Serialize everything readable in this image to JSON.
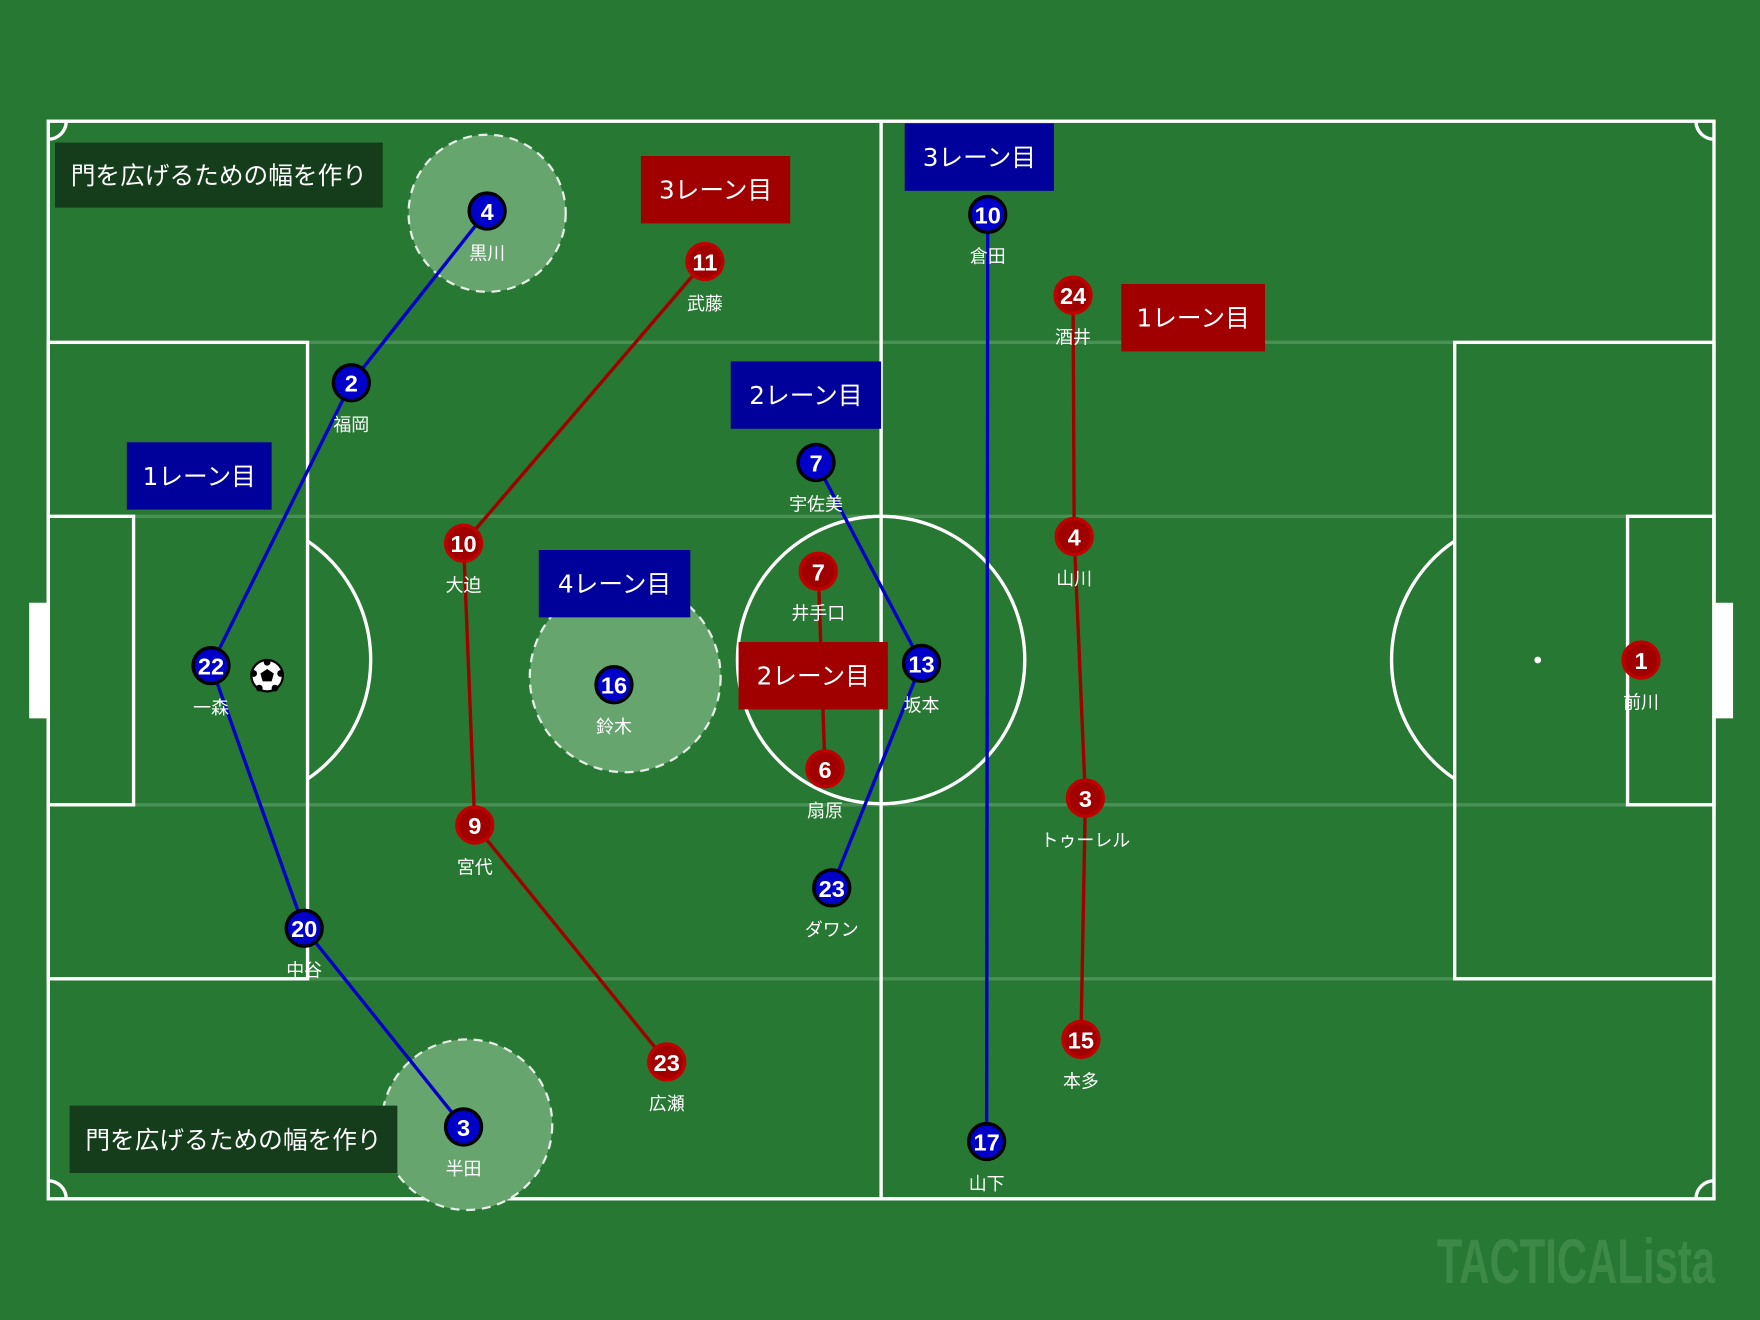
{
  "colors": {
    "pitch": "#277833",
    "line": "#ffffff",
    "blue_team": "#0000c8",
    "red_team": "#a00000",
    "blue_label": "#00009a",
    "red_label": "#a00000",
    "note_box": "#153d1c",
    "zone": "#67a56f"
  },
  "notes": [
    "門を広げるための幅を作り",
    "門を広げるための幅を作り"
  ],
  "blue_lane_labels": [
    "1レーン目",
    "4レーン目",
    "2レーン目",
    "3レーン目"
  ],
  "red_lane_labels": [
    "3レーン目",
    "2レーン目",
    "1レーン目"
  ],
  "blue_players": [
    {
      "number": "4",
      "name": "黒川"
    },
    {
      "number": "2",
      "name": "福岡"
    },
    {
      "number": "22",
      "name": "一森"
    },
    {
      "number": "20",
      "name": "中谷"
    },
    {
      "number": "3",
      "name": "半田"
    },
    {
      "number": "16",
      "name": "鈴木"
    },
    {
      "number": "7",
      "name": "宇佐美"
    },
    {
      "number": "13",
      "name": "坂本"
    },
    {
      "number": "23",
      "name": "ダワン"
    },
    {
      "number": "10",
      "name": "倉田"
    },
    {
      "number": "17",
      "name": "山下"
    }
  ],
  "red_players": [
    {
      "number": "11",
      "name": "武藤"
    },
    {
      "number": "10",
      "name": "大迫"
    },
    {
      "number": "9",
      "name": "宮代"
    },
    {
      "number": "23",
      "name": "広瀬"
    },
    {
      "number": "7",
      "name": "井手口"
    },
    {
      "number": "6",
      "name": "扇原"
    },
    {
      "number": "24",
      "name": "酒井"
    },
    {
      "number": "4",
      "name": "山川"
    },
    {
      "number": "3",
      "name": "トゥーレル"
    },
    {
      "number": "15",
      "name": "本多"
    },
    {
      "number": "1",
      "name": "前川"
    }
  ],
  "watermark": "TACTICALista",
  "ball_icon": "soccer-ball-icon"
}
